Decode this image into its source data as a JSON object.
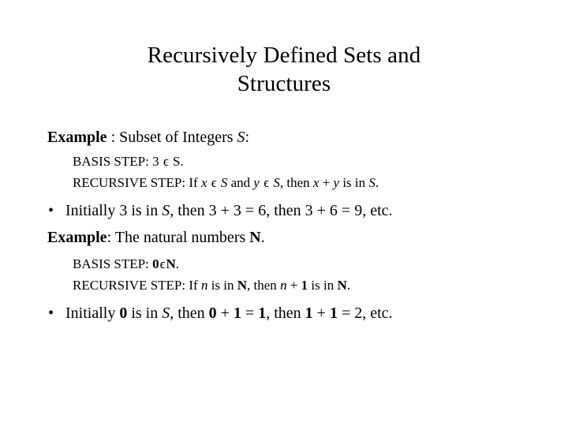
{
  "slide": {
    "background_color": "#ffffff",
    "text_color": "#000000",
    "title": {
      "line1": "Recursively Defined Sets and",
      "line2": "Structures"
    },
    "example1": {
      "label": "Example",
      "after_label": " :  Subset of Integers  ",
      "set_symbol": "S",
      "colon": ":",
      "basis": {
        "heading": "BASIS STEP:",
        "value": " 3 ",
        "member_symbol": "ϵ",
        "set": " S."
      },
      "recursive": {
        "heading": "RECURSIVE STEP:",
        "t1": " If ",
        "v1": "x",
        "m1": " ϵ ",
        "s1": "S",
        "t2": " and ",
        "v2": "y",
        "m2": " ϵ ",
        "s2": "S",
        "t3": ", then ",
        "v3": "x",
        "t4": " + ",
        "v4": "y",
        "t5": " is in ",
        "s3": "S",
        "t6": "."
      },
      "bullet": {
        "marker": "•",
        "t1": "Initially 3 is in ",
        "s1": "S",
        "t2": ", then 3 + 3 = 6, then 3 + 6 = 9, etc."
      }
    },
    "example2": {
      "label": "Example",
      "after_label": ": The natural numbers ",
      "set_symbol": "N",
      "period": ".",
      "basis": {
        "heading": "BASIS STEP:",
        "value": "0",
        "member_symbol": "ϵ",
        "set": "N",
        "period": "."
      },
      "recursive": {
        "heading": "RECURSIVE STEP:",
        "t1": " If ",
        "v1": "n",
        "t2": " is in ",
        "s1": "N",
        "t3": ", then ",
        "v2": "n",
        "t4": " + ",
        "num1": "1",
        "t5": " is in ",
        "s2": "N",
        "t6": "."
      },
      "bullet": {
        "marker": "•",
        "t1": "Initially ",
        "n1": "0",
        "t2": " is in ",
        "s1": "S",
        "t3": ", then ",
        "n2": "0",
        "t4": " + ",
        "n3": "1",
        "t5": " = ",
        "n4": "1",
        "t6": ", then ",
        "n5": "1",
        "t7": " + ",
        "n6": "1",
        "t8": " = 2, etc."
      }
    }
  }
}
